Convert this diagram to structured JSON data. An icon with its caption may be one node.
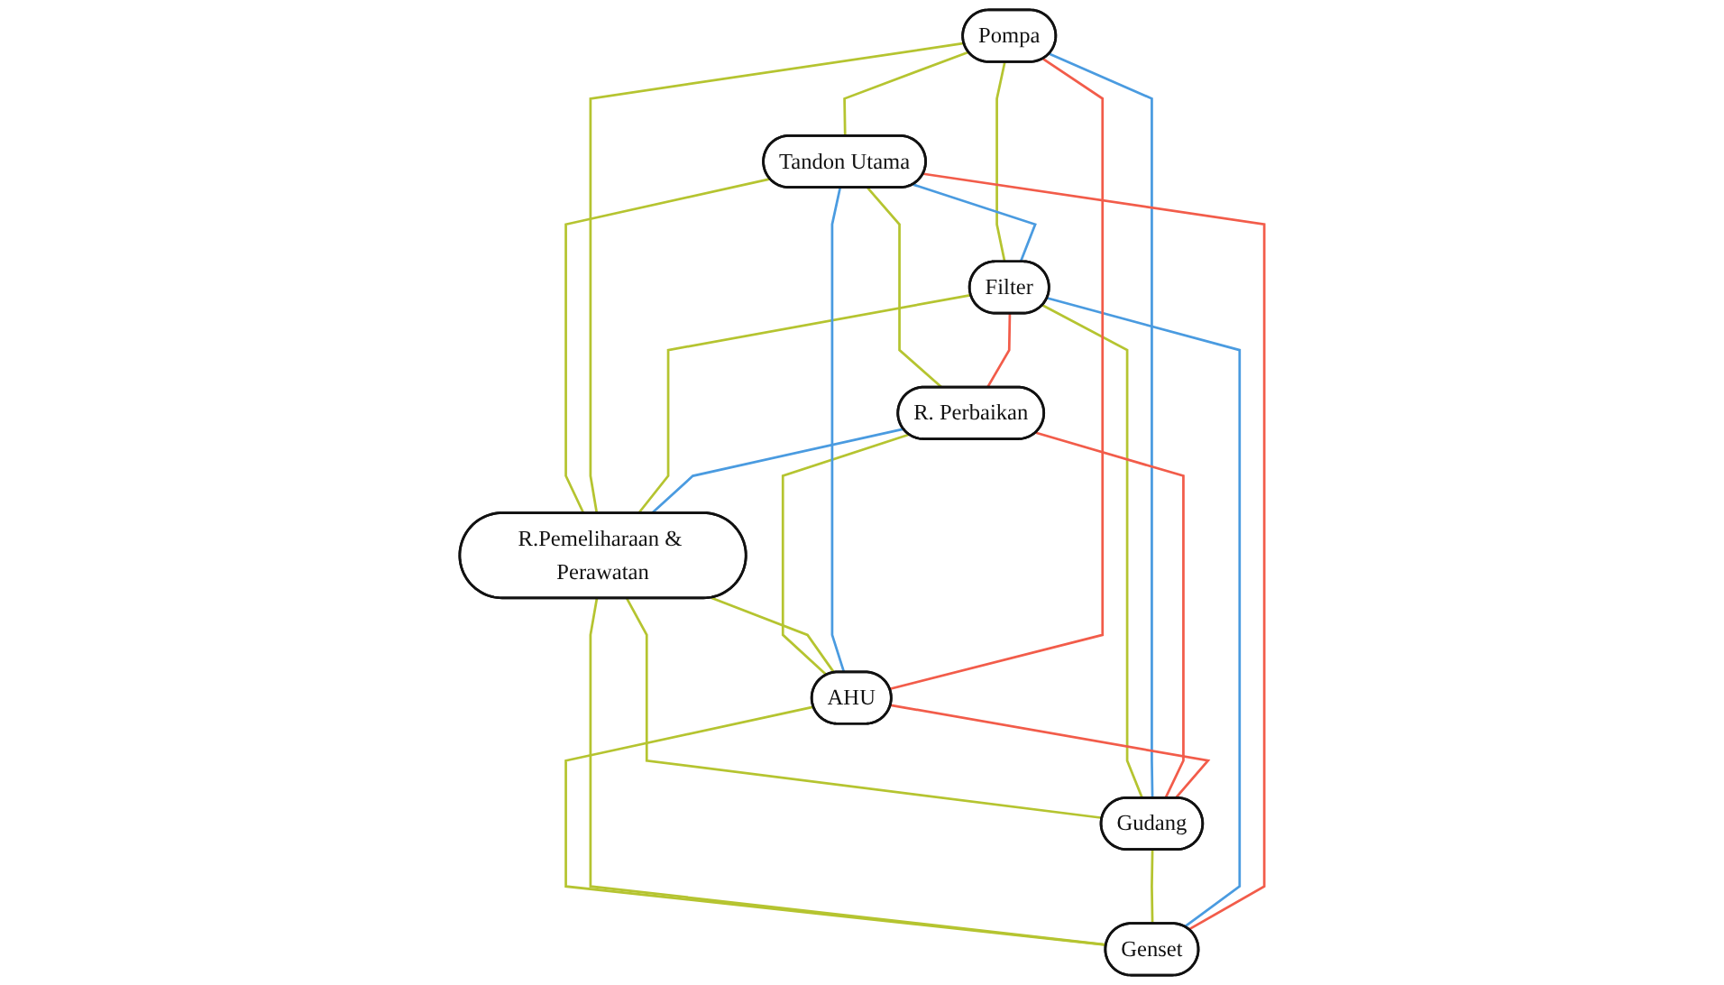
{
  "diagram": {
    "nodes": [
      {
        "text": [
          "Tandon Utama"
        ]
      },
      {
        "text": [
          "Pompa"
        ]
      },
      {
        "text": [
          "R. Perbaikan"
        ]
      },
      {
        "text": [
          "AHU"
        ]
      },
      {
        "text": [
          "Filter"
        ]
      },
      {
        "text": [
          "R.Pemeliharaan & Perawatan"
        ]
      },
      {
        "text": [
          "Genset"
        ]
      },
      {
        "text": [
          "Gudang"
        ]
      }
    ],
    "edges": [
      {
        "from": 1,
        "to": 0,
        "arrow": "none"
      },
      {
        "from": 0,
        "to": 2,
        "arrow": "none"
      },
      {
        "from": 1,
        "to": 4,
        "arrow": "none"
      },
      {
        "from": 0,
        "to": 5,
        "arrow": "none"
      },
      {
        "from": 1,
        "to": 5,
        "arrow": "none"
      },
      {
        "from": 2,
        "to": 3,
        "arrow": "none"
      },
      {
        "from": 4,
        "to": 5,
        "arrow": "none"
      },
      {
        "from": 5,
        "to": 3,
        "arrow": "none"
      },
      {
        "from": 3,
        "to": 6,
        "arrow": "none"
      },
      {
        "from": 5,
        "to": 6,
        "arrow": "none"
      },
      {
        "from": 5,
        "to": 7,
        "arrow": "none"
      },
      {
        "from": 4,
        "to": 7,
        "arrow": "none"
      },
      {
        "from": 7,
        "to": 6,
        "arrow": "none"
      },
      {
        "from": 0,
        "to": 4,
        "arrow": "none",
        "color": "#4a9be0"
      },
      {
        "from": 0,
        "to": 3,
        "arrow": "none",
        "color": "#4a9be0"
      },
      {
        "from": 2,
        "to": 5,
        "arrow": "none",
        "color": "#4a9be0"
      },
      {
        "from": 1,
        "to": 7,
        "arrow": "none",
        "color": "#4a9be0"
      },
      {
        "from": 4,
        "to": 6,
        "arrow": "none",
        "color": "#4a9be0"
      },
      {
        "from": 1,
        "to": 3,
        "arrow": "none",
        "color": "#f25c4a"
      },
      {
        "from": 4,
        "to": 2,
        "arrow": "none",
        "color": "#f25c4a"
      },
      {
        "from": 0,
        "to": 6,
        "arrow": "none",
        "color": "#f25c4a"
      },
      {
        "from": 2,
        "to": 7,
        "arrow": "none",
        "color": "#f25c4a"
      },
      {
        "from": 3,
        "to": 7,
        "arrow": "none",
        "color": "#f25c4a"
      }
    ]
  }
}
